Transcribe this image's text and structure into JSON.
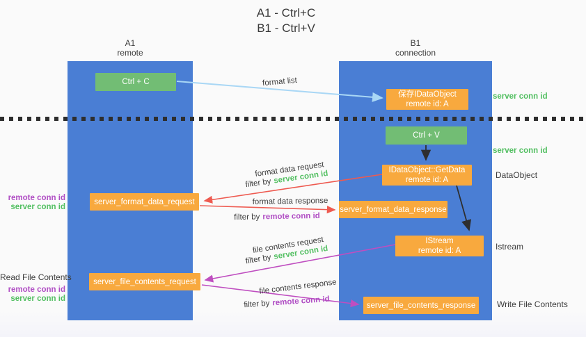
{
  "title": {
    "line1": "A1 - Ctrl+C",
    "line2": "B1 - Ctrl+V"
  },
  "lifelines": {
    "a1": {
      "name": "A1",
      "role": "remote"
    },
    "b1": {
      "name": "B1",
      "role": "connection"
    }
  },
  "nodes": {
    "ctrl_c": {
      "label": "Ctrl + C"
    },
    "ctrl_v": {
      "label": "Ctrl + V"
    },
    "save_idataobject": {
      "line1": "保存IDataObject",
      "line2": "remote id: A"
    },
    "getdata": {
      "line1": "IDataObject::GetData",
      "line2": "remote id: A"
    },
    "istream": {
      "line1": "IStream",
      "line2": "remote id: A"
    },
    "format_request": {
      "label": "server_format_data_request"
    },
    "format_response": {
      "label": "server_format_data_response"
    },
    "file_request": {
      "label": "server_file_contents_request"
    },
    "file_response": {
      "label": "server_file_contents_response"
    }
  },
  "edge_labels": {
    "format_list": "format list",
    "format_data_request": "format data request",
    "format_data_response": "format data response",
    "file_contents_request": "file contents request",
    "file_contents_response": "file contents response",
    "filter_by": "filter by",
    "server_conn_id": "server conn id",
    "remote_conn_id": "remote conn id"
  },
  "side_labels": {
    "server_conn_id_top": "server conn id",
    "server_conn_id_mid": "server conn id",
    "dataobject": "DataObject",
    "istream": "Istream",
    "read_file_contents": "Read File Contents",
    "write_file_contents": "Write File Contents",
    "remote_conn_id": "remote conn id",
    "server_conn_id": "server conn id"
  },
  "colors": {
    "lifeline_blue": "#4a7ed4",
    "node_green": "#72bd74",
    "node_orange": "#f8a93e",
    "label_green": "#52bf61",
    "label_purple": "#b04ec4",
    "arrow_red": "#ee5a50",
    "arrow_purple": "#bf4ec0",
    "arrow_lightblue": "#a9d7f5",
    "arrow_black": "#2e2e2e"
  }
}
